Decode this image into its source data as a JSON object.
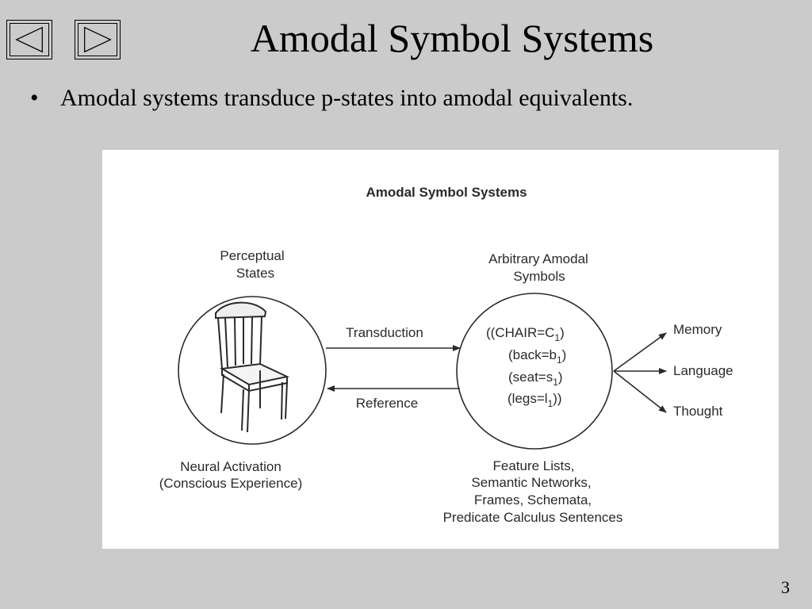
{
  "slide": {
    "title": "Amodal Symbol Systems",
    "bullet": "Amodal systems transduce p-states into amodal equivalents.",
    "bullet_marker": "•",
    "page_number": "3"
  },
  "navigation": {
    "prev_icon": "left-triangle-icon",
    "next_icon": "right-triangle-icon"
  },
  "figure": {
    "title": "Amodal Symbol Systems",
    "left_circle": {
      "label_top": [
        "Perceptual",
        "States"
      ],
      "content_icon": "chair-icon",
      "label_bottom": [
        "Neural Activation",
        "(Conscious Experience)"
      ]
    },
    "right_circle": {
      "label_top": [
        "Arbitrary Amodal",
        "Symbols"
      ],
      "symbols": [
        {
          "text": "((CHAIR=C",
          "sub": "1",
          "tail": ")"
        },
        {
          "text": "(back=b",
          "sub": "1",
          "tail": ")"
        },
        {
          "text": "(seat=s",
          "sub": "1",
          "tail": ")"
        },
        {
          "text": "(legs=l",
          "sub": "1",
          "tail": "))"
        }
      ],
      "label_bottom": [
        "Feature Lists,",
        "Semantic Networks,",
        "Frames, Schemata,",
        "Predicate Calculus Sentences"
      ]
    },
    "arrows": {
      "forward": "Transduction",
      "backward": "Reference"
    },
    "outputs": [
      "Memory",
      "Language",
      "Thought"
    ]
  }
}
